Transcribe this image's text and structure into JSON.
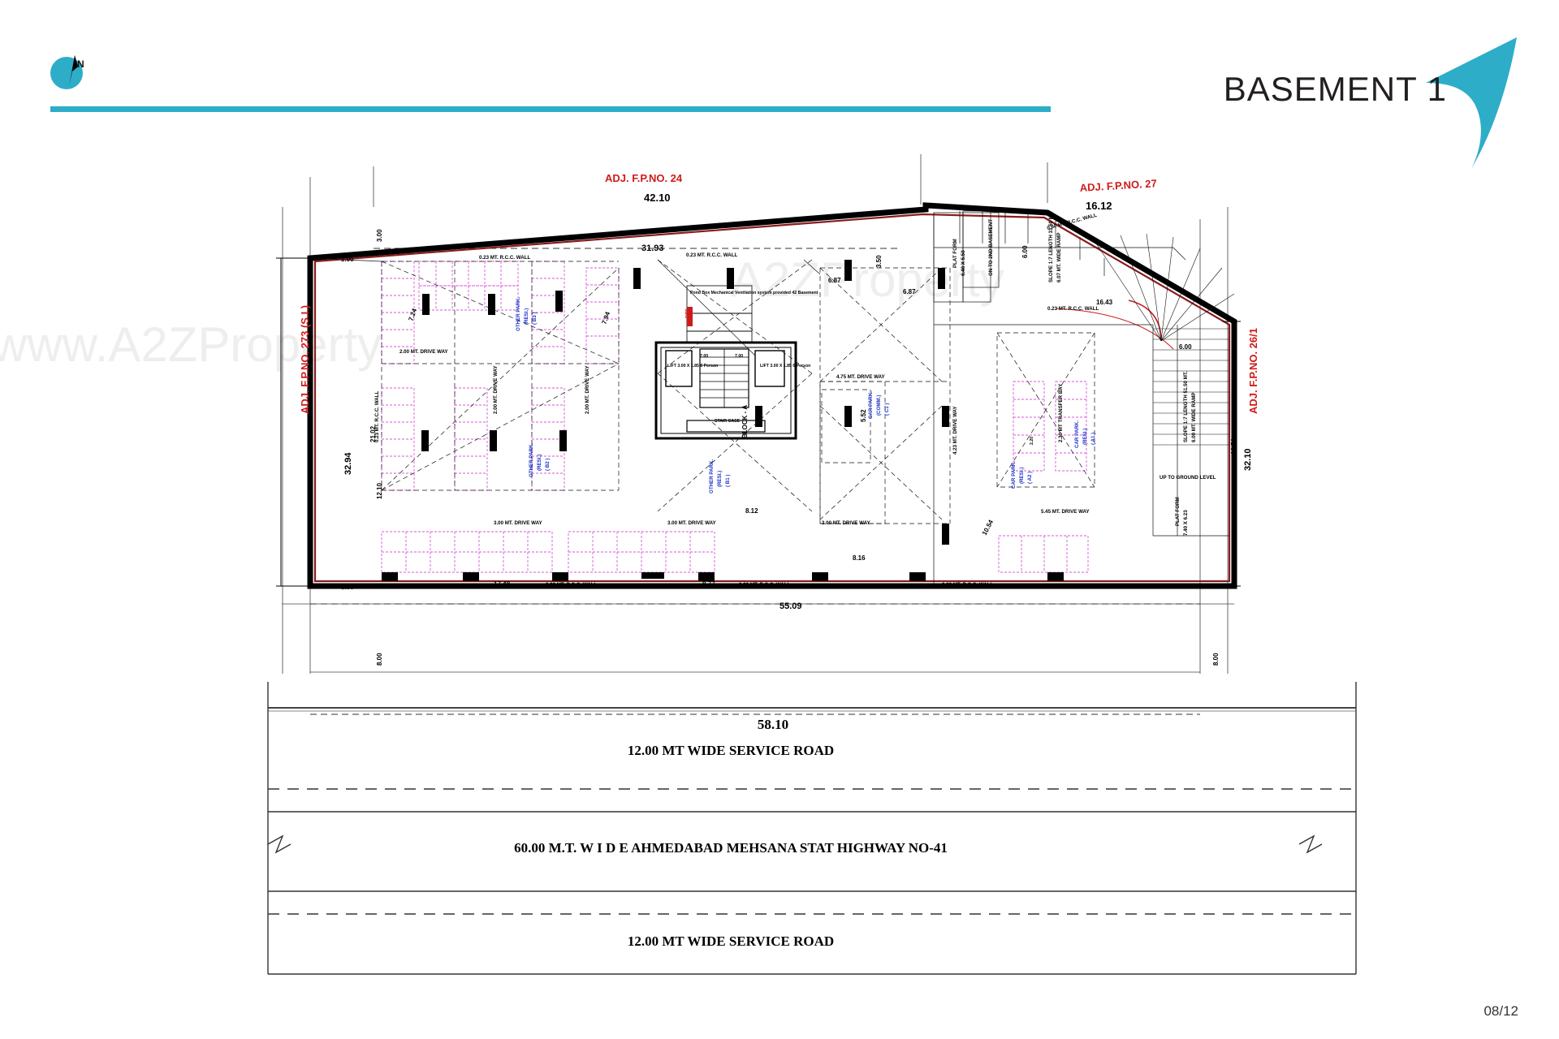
{
  "header": {
    "title": "BASEMENT 1",
    "compass_label": "N",
    "accent_color": "#2eadc8",
    "rule_color": "#2eadc8"
  },
  "page_number": "08/12",
  "watermark": {
    "line1": "www.A2ZProperty",
    "line2": "A2ZProperty"
  },
  "boundary_labels": [
    {
      "id": "fp24",
      "text": "ADJ. F.P.NO. 24",
      "color": "#d01a1a",
      "dimension": "42.10"
    },
    {
      "id": "fp27",
      "text": "ADJ. F.P.NO. 27",
      "color": "#d01a1a",
      "dimension": "16.12"
    },
    {
      "id": "fp273",
      "text": "ADJ. F.P.NO. 273 (S.I.)",
      "color": "#d01a1a",
      "dimension": "32.94"
    },
    {
      "id": "fp26",
      "text": "ADJ. F.P.NO. 26/1",
      "color": "#d01a1a",
      "dimension": "32.10"
    }
  ],
  "dimensions": {
    "top_overall": "42.10",
    "top_right": "16.12",
    "top_inner": "31.93",
    "left_overall": "32.94",
    "left_inner": "21.02",
    "left_small": "12.10",
    "right_a": "16.43",
    "right_b": "16.56",
    "right_c": "32.10",
    "bottom_inner": "55.09",
    "bottom_overall": "58.10",
    "offset_top_left": "3.00",
    "offset_left_top": "3.00",
    "offset_left_bottom": "3.00",
    "offset_bottom_left": "8.00",
    "offset_bottom_right": "8.00",
    "seg_17_48": "17.48",
    "seg_8_77": "8.77",
    "seg_8_12": "8.12",
    "seg_8_16": "8.16",
    "seg_10_54": "10.54",
    "seg_6_87a": "6.87",
    "seg_6_87b": "6.87",
    "seg_3_50": "3.50",
    "seg_6_00a": "6.00",
    "seg_6_00b": "6.00",
    "seg_5_52": "5.52",
    "seg_7_94": "7.94",
    "seg_7_24": "7.24",
    "seg_2_00": "2.00",
    "seg_7_00a": "7.00",
    "seg_7_00b": "7.00",
    "seg_2_20": "2.20"
  },
  "wall_labels": [
    "0.23 MT. R.C.C. WALL",
    "0.23 MT. R.C.C. WALL",
    "0.23 MT. R.C.C. WALL",
    "0.23 MT. R.C.C. WALL",
    "0.23 MT. R.C.C. WALL",
    "0.23 MT. R.C.C. WALL",
    "0.23 MT. R.C.C. WALL",
    "0.50 MT. R.C.C. WALL"
  ],
  "driveways": [
    "2.00 MT. DRIVE WAY",
    "2.00 MT. DRIVE WAY",
    "2.00 MT. DRIVE WAY",
    "3.00 MT. DRIVE WAY",
    "3.00 MT. DRIVE WAY",
    "3.00 MT. DRIVE WAY",
    "4.75 MT. DRIVE WAY",
    "4.23 MT. DRIVE WAY",
    "5.45 MT. DRIVE WAY"
  ],
  "parking_labels": [
    {
      "text": "( B3 )",
      "sub": "(RESI.)",
      "name": "OTHER PARK."
    },
    {
      "text": "( B2 )",
      "sub": "(RESI.)",
      "name": "OTHER PARK."
    },
    {
      "text": "( B1 )",
      "sub": "(RESI.)",
      "name": "OTHER PARK."
    },
    {
      "text": "( C1 )",
      "sub": "(COMM.)",
      "name": "CAR PARK."
    },
    {
      "text": "( A2 )",
      "sub": "(RESI.)",
      "name": "CAR PARK."
    },
    {
      "text": "( A1 )",
      "sub": "(RESI.)",
      "name": "CAR PARK."
    }
  ],
  "annotations": {
    "platform_1_title": "PLAT FORM",
    "platform_1_size": "6.48 X 5.50",
    "platform_2_title": "PLAT FORM",
    "platform_2_size": "7.40 X 6.23",
    "ramp_down": "ON TO 2ND BASEMENT",
    "slope_1": "SLOPE 1:7 LENGTH  31.50 MT.",
    "ramp_width_1": "6.07 MT. WIDE RAMP",
    "slope_2": "SLOPE 1:7 LENGTH  51.50 MT.",
    "ramp_width_2": "6.00 MT. WIDE RAMP",
    "up_to_ground": "UP TO GROUND LEVEL",
    "transfer_bay": "2.30 MT TRANSFER BAY",
    "block_label": "BLOCK - A",
    "lift_label_1": "LIFT\n3.00 X 1.85\n6 Person",
    "lift_label_2": "LIFT\n3.00 X 1.85\n6 Person",
    "stair_label": "STAIR CASE",
    "fire_label": "FIRE",
    "vent_note": "Pond Box Mechanical\nVentilation system\nprovided 42 Basement"
  },
  "roads": [
    {
      "id": "service-road-top",
      "dimension": "58.10",
      "label": "12.00 MT WIDE SERVICE ROAD"
    },
    {
      "id": "highway",
      "dimension": "",
      "label": "60.00   M.T.  W I D E  AHMEDABAD MEHSANA STAT HIGHWAY NO-41"
    },
    {
      "id": "service-road-bottom",
      "dimension": "",
      "label": "12.00 MT WIDE SERVICE ROAD"
    }
  ],
  "colors": {
    "parking_stall": "#d957d9",
    "wall_black": "#000000",
    "wall_red_line": "#8b1a1a",
    "dimension_line": "#333333",
    "red_text": "#d01a1a",
    "blue_text": "#1a32c8",
    "teal": "#2eadc8"
  }
}
